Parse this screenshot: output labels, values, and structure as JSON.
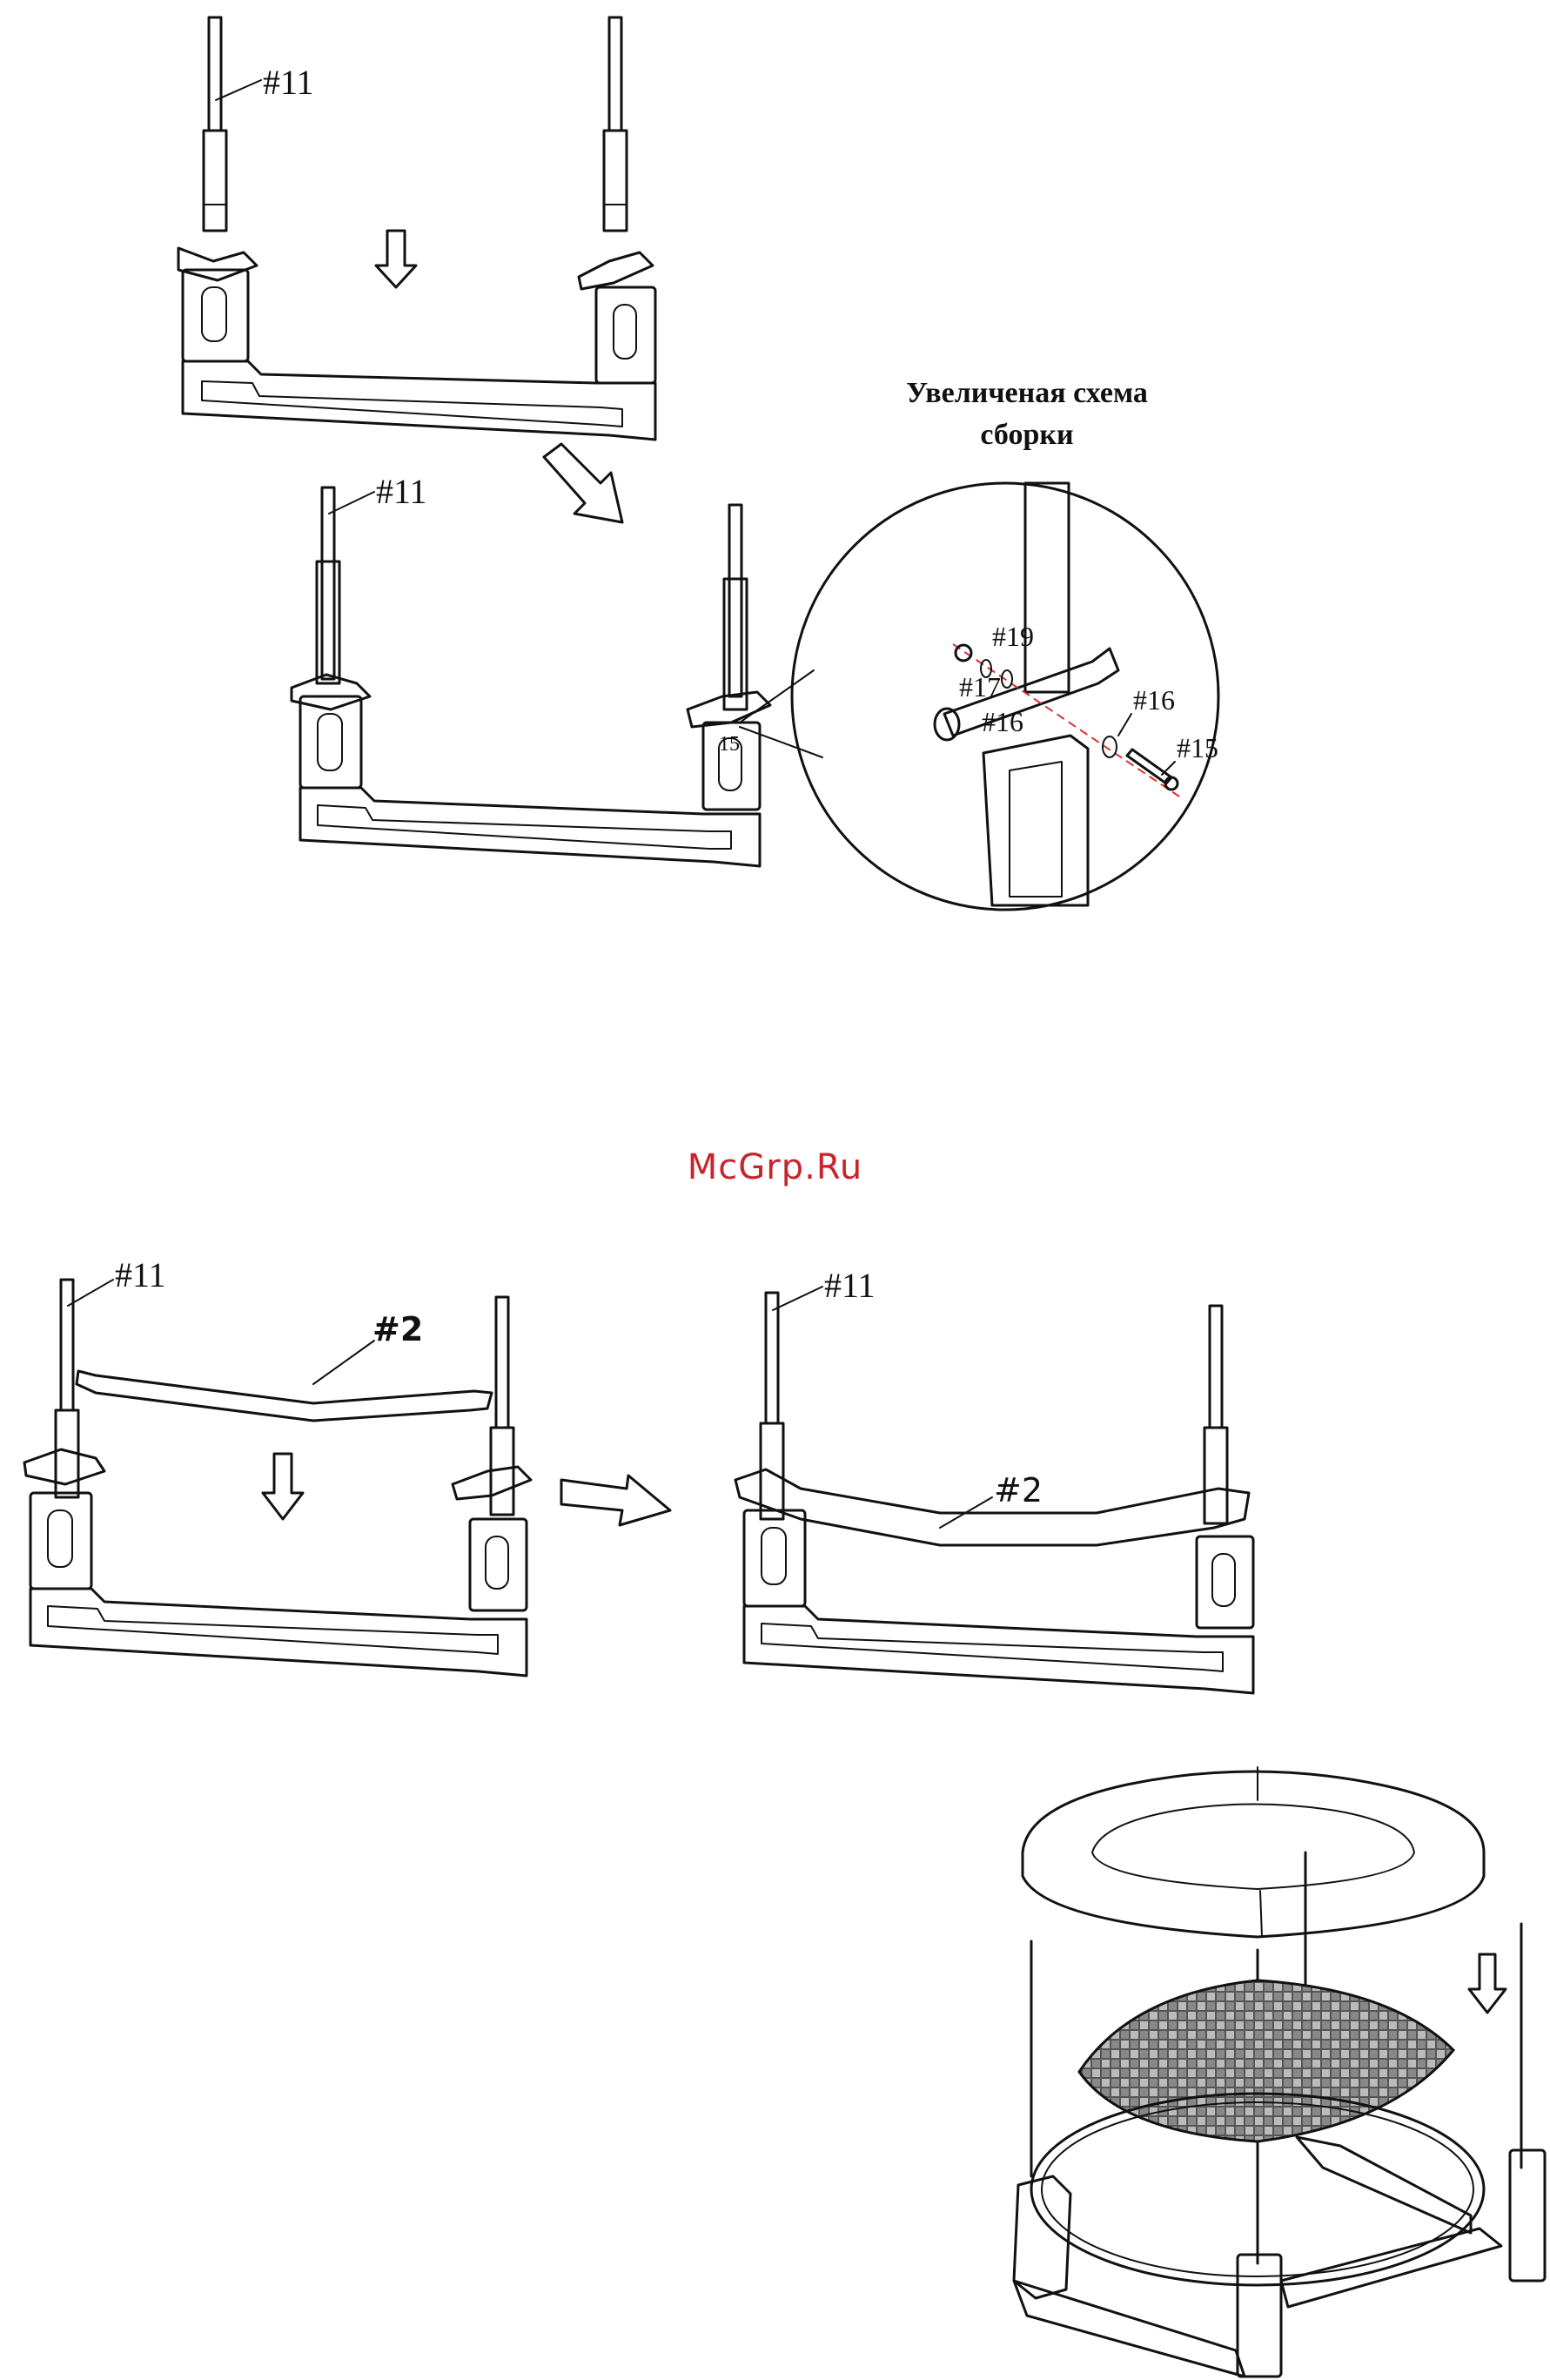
{
  "labels": {
    "part11": "#11",
    "part2": "#2",
    "part19": "#19",
    "part17": "#17",
    "part16": "#16",
    "part15": "#15",
    "inner": "15"
  },
  "zoom": {
    "title_line1": "Увеличеная схема",
    "title_line2": "сборки"
  },
  "watermark": "McGrp.Ru",
  "colors": {
    "ink": "#111111",
    "watermark": "#c7242b",
    "axis_line": "#d93030"
  }
}
